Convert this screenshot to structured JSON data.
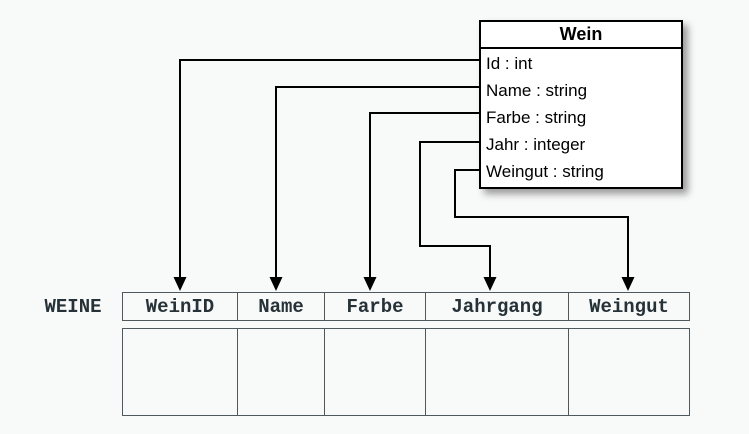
{
  "colors": {
    "background": "#f8f9f9",
    "class_box_border": "#000000",
    "class_box_fill": "#ffffff",
    "connector": "#000000",
    "table_border": "#4e585e",
    "table_text": "#263238"
  },
  "class_box": {
    "title": "Wein",
    "attributes": [
      "Id : int",
      "Name : string",
      "Farbe : string",
      "Jahr : integer",
      "Weingut : string"
    ]
  },
  "table": {
    "name": "WEINE",
    "columns": [
      "WeinID",
      "Name",
      "Farbe",
      "Jahrgang",
      "Weingut"
    ],
    "empty_row_count": 1
  },
  "mappings": [
    {
      "from": "Id",
      "to": "WeinID"
    },
    {
      "from": "Name",
      "to": "Name"
    },
    {
      "from": "Farbe",
      "to": "Farbe"
    },
    {
      "from": "Jahr",
      "to": "Jahrgang"
    },
    {
      "from": "Weingut",
      "to": "Weingut"
    }
  ]
}
